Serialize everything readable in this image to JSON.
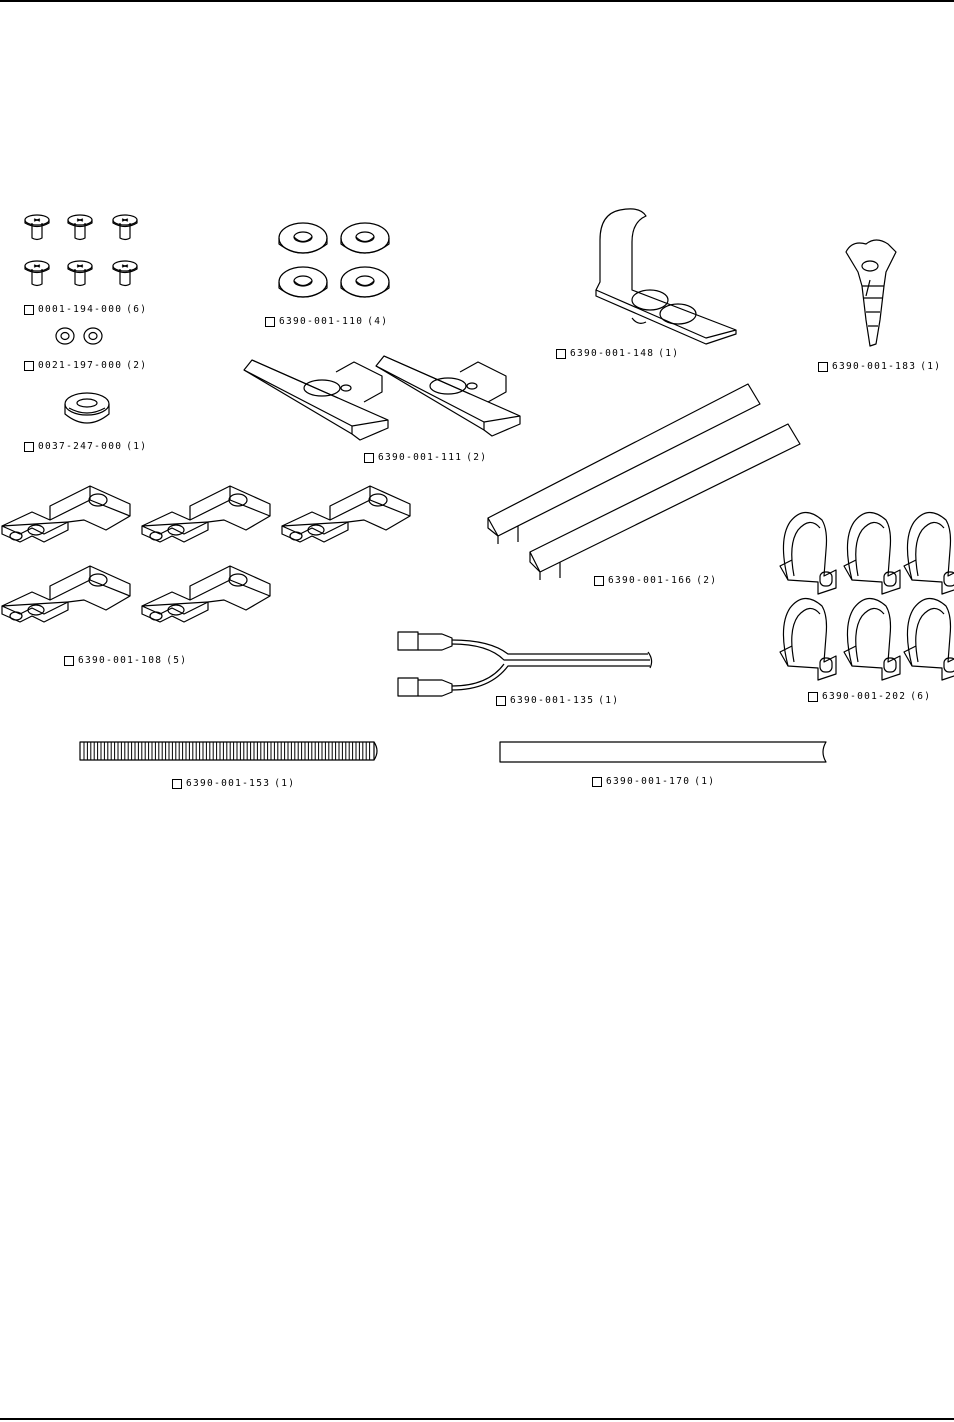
{
  "parts": [
    {
      "id": "p1",
      "part_number": "0001-194-000",
      "qty": "(6)"
    },
    {
      "id": "p2",
      "part_number": "0021-197-000",
      "qty": "(2)"
    },
    {
      "id": "p3",
      "part_number": "0037-247-000",
      "qty": "(1)"
    },
    {
      "id": "p4",
      "part_number": "6390-001-110",
      "qty": "(4)"
    },
    {
      "id": "p5",
      "part_number": "6390-001-111",
      "qty": "(2)"
    },
    {
      "id": "p6",
      "part_number": "6390-001-148",
      "qty": "(1)"
    },
    {
      "id": "p7",
      "part_number": "6390-001-183",
      "qty": "(1)"
    },
    {
      "id": "p8",
      "part_number": "6390-001-166",
      "qty": "(2)"
    },
    {
      "id": "p9",
      "part_number": "6390-001-108",
      "qty": "(5)"
    },
    {
      "id": "p10",
      "part_number": "6390-001-202",
      "qty": "(6)"
    },
    {
      "id": "p11",
      "part_number": "6390-001-135",
      "qty": "(1)"
    },
    {
      "id": "p12",
      "part_number": "6390-001-153",
      "qty": "(1)"
    },
    {
      "id": "p13",
      "part_number": "6390-001-170",
      "qty": "(1)"
    }
  ],
  "colors": {
    "line": "#000000",
    "background": "#ffffff",
    "shade": "#d8d8d8"
  }
}
